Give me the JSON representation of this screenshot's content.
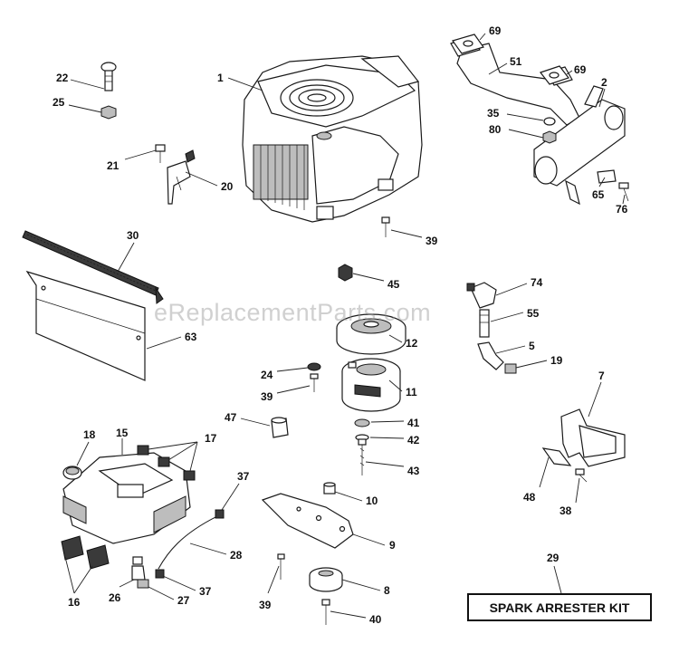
{
  "watermark": "eReplacementParts.com",
  "kit_box_label": "SPARK ARRESTER KIT",
  "callouts": [
    {
      "id": "c1",
      "label": "1"
    },
    {
      "id": "c2",
      "label": "2"
    },
    {
      "id": "c5",
      "label": "5"
    },
    {
      "id": "c7",
      "label": "7"
    },
    {
      "id": "c8",
      "label": "8"
    },
    {
      "id": "c9",
      "label": "9"
    },
    {
      "id": "c10",
      "label": "10"
    },
    {
      "id": "c11",
      "label": "11"
    },
    {
      "id": "c12",
      "label": "12"
    },
    {
      "id": "c15",
      "label": "15"
    },
    {
      "id": "c16",
      "label": "16"
    },
    {
      "id": "c17",
      "label": "17"
    },
    {
      "id": "c18",
      "label": "18"
    },
    {
      "id": "c19",
      "label": "19"
    },
    {
      "id": "c20",
      "label": "20"
    },
    {
      "id": "c21",
      "label": "21"
    },
    {
      "id": "c22",
      "label": "22"
    },
    {
      "id": "c24",
      "label": "24"
    },
    {
      "id": "c25",
      "label": "25"
    },
    {
      "id": "c26",
      "label": "26"
    },
    {
      "id": "c27",
      "label": "27"
    },
    {
      "id": "c28",
      "label": "28"
    },
    {
      "id": "c29",
      "label": "29"
    },
    {
      "id": "c30",
      "label": "30"
    },
    {
      "id": "c35",
      "label": "35"
    },
    {
      "id": "c37a",
      "label": "37"
    },
    {
      "id": "c37b",
      "label": "37"
    },
    {
      "id": "c38",
      "label": "38"
    },
    {
      "id": "c39a",
      "label": "39"
    },
    {
      "id": "c39b",
      "label": "39"
    },
    {
      "id": "c39c",
      "label": "39"
    },
    {
      "id": "c40",
      "label": "40"
    },
    {
      "id": "c41",
      "label": "41"
    },
    {
      "id": "c42",
      "label": "42"
    },
    {
      "id": "c43",
      "label": "43"
    },
    {
      "id": "c45",
      "label": "45"
    },
    {
      "id": "c47",
      "label": "47"
    },
    {
      "id": "c48",
      "label": "48"
    },
    {
      "id": "c51",
      "label": "51"
    },
    {
      "id": "c55",
      "label": "55"
    },
    {
      "id": "c63",
      "label": "63"
    },
    {
      "id": "c65",
      "label": "65"
    },
    {
      "id": "c69a",
      "label": "69"
    },
    {
      "id": "c69b",
      "label": "69"
    },
    {
      "id": "c74",
      "label": "74"
    },
    {
      "id": "c76",
      "label": "76"
    },
    {
      "id": "c80",
      "label": "80"
    }
  ]
}
